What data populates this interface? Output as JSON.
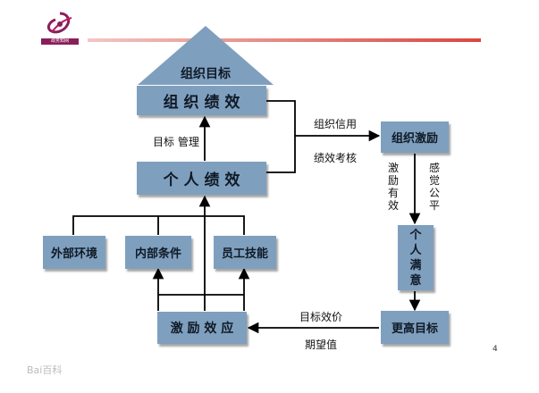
{
  "logo_text": "政务知网",
  "nodes": {
    "pyramid_top": "组织目标",
    "org_perf": "组 织 绩 效",
    "ind_perf": "个 人 绩 效",
    "org_incentive": "组织激励",
    "ind_satisfaction": "个人满意",
    "higher_goal": "更高目标",
    "incentive_effect": "激 励 效 应",
    "external_env": "外部环境",
    "internal_cond": "内部条件",
    "staff_skill": "员工技能"
  },
  "labels": {
    "target_mgmt": "目标 管理",
    "org_credit": "组织信用",
    "perf_eval": "绩效考核",
    "incentive_effective": "激励有效",
    "perceived_fair": "感觉公平",
    "target_potency": "目标效价",
    "expectation": "期望值"
  },
  "page_number": "4",
  "watermark": "Bai百科"
}
